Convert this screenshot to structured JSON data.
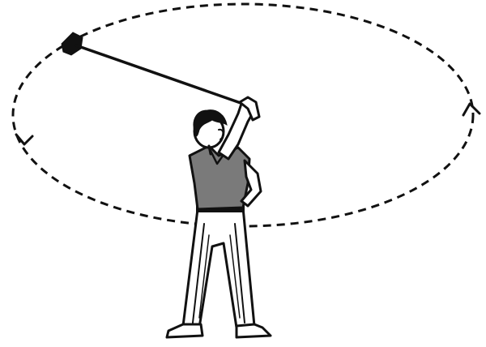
{
  "figure": {
    "subject": "person-whirling-weighted-rope",
    "path_style": "dashed-ellipse",
    "rotation_arrows": [
      "arrow-left-side",
      "arrow-right-side"
    ],
    "colors": {
      "ink": "#111111",
      "shirt": "#7a7a7a",
      "background": "#ffffff"
    }
  }
}
